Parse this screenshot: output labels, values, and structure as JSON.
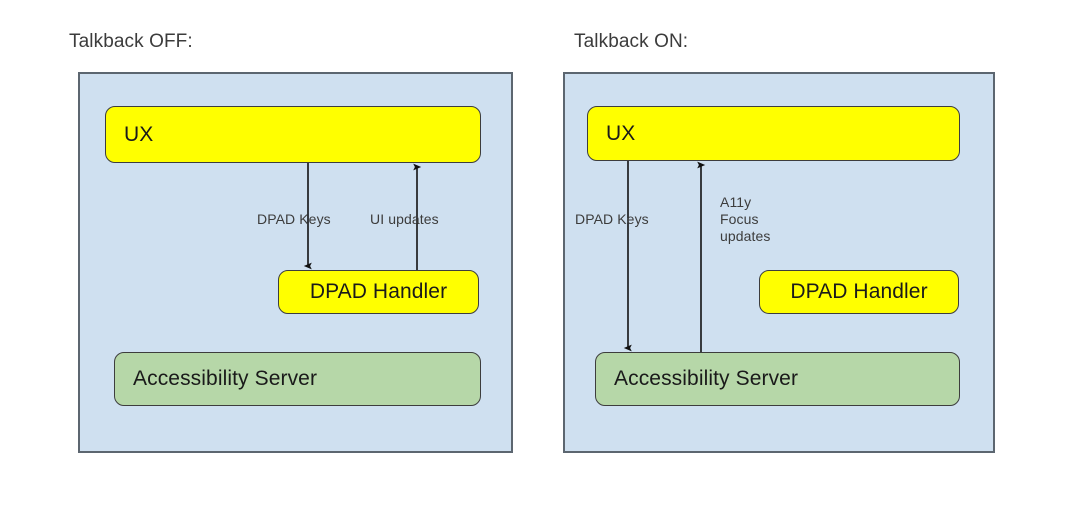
{
  "diagram": {
    "title_off": "Talkback OFF:",
    "title_on": "Talkback ON:",
    "colors": {
      "panel_background": "#cfe0f0",
      "panel_border": "#5c6670",
      "node_yellow": "#ffff00",
      "node_green": "#b6d7a8",
      "node_border": "#3d3d3d",
      "text": "#1a1a1a",
      "label_text": "#3c3c3c",
      "page_background": "#ffffff"
    },
    "panel_off": {
      "title": "Talkback OFF:",
      "nodes": [
        {
          "id": "ux",
          "label": "UX",
          "fill": "yellow"
        },
        {
          "id": "dpad_handler",
          "label": "DPAD Handler",
          "fill": "yellow"
        },
        {
          "id": "accessibility_server",
          "label": "Accessibility Server",
          "fill": "green"
        }
      ],
      "edges": [
        {
          "id": "dpad_keys",
          "label": "DPAD Keys",
          "from": "ux",
          "to": "dpad_handler",
          "direction": "down",
          "arrowhead": true
        },
        {
          "id": "ui_updates",
          "label": "UI updates",
          "from": "dpad_handler",
          "to": "ux",
          "direction": "up",
          "arrowhead": true
        }
      ]
    },
    "panel_on": {
      "title": "Talkback ON:",
      "nodes": [
        {
          "id": "ux",
          "label": "UX",
          "fill": "yellow"
        },
        {
          "id": "dpad_handler",
          "label": "DPAD Handler",
          "fill": "yellow"
        },
        {
          "id": "accessibility_server",
          "label": "Accessibility Server",
          "fill": "green"
        }
      ],
      "edges": [
        {
          "id": "dpad_keys",
          "label": "DPAD Keys",
          "from": "ux",
          "to": "accessibility_server",
          "direction": "down",
          "arrowhead": true
        },
        {
          "id": "a11y_focus_updates",
          "label": "A11y\nFocus\nupdates",
          "from": "accessibility_server",
          "to": "ux",
          "direction": "up",
          "arrowhead": true
        }
      ]
    }
  }
}
